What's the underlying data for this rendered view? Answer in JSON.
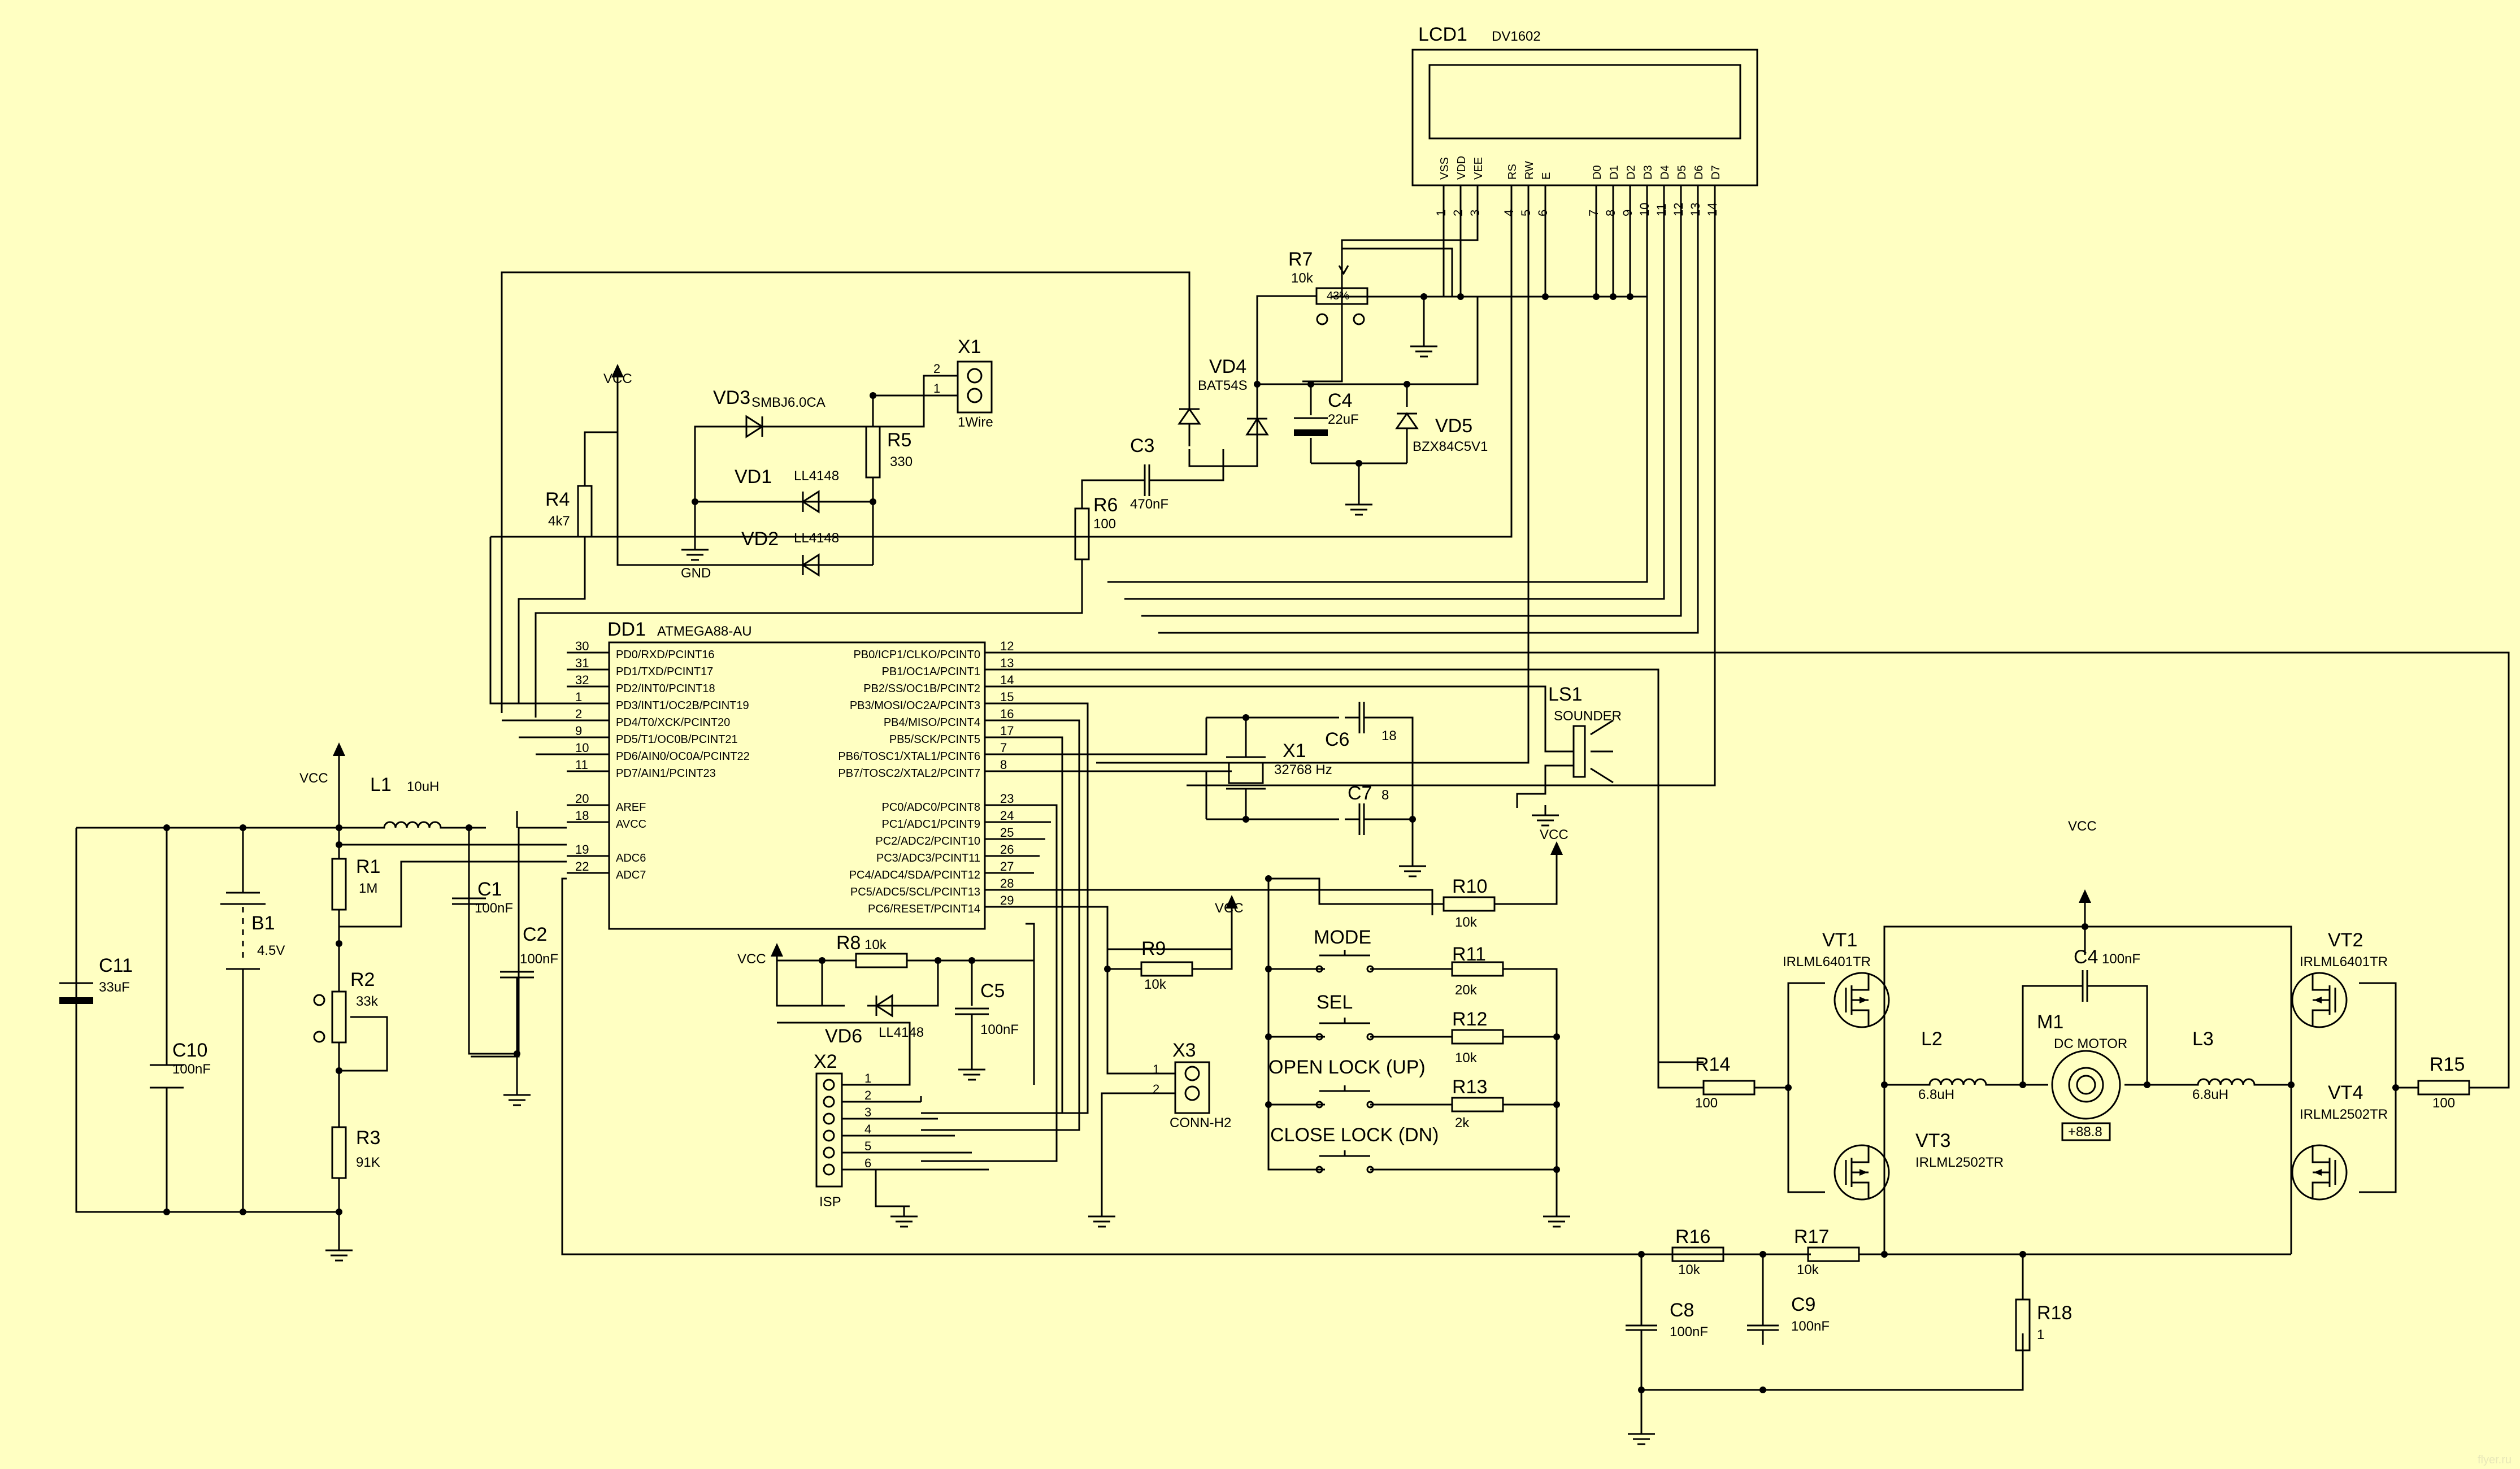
{
  "lcd": {
    "ref": "LCD1",
    "value": "DV1602",
    "pins": [
      "VSS",
      "VDD",
      "VEE",
      "RS",
      "RW",
      "E",
      "D0",
      "D1",
      "D2",
      "D3",
      "D4",
      "D5",
      "D6",
      "D7"
    ],
    "nums": [
      "1",
      "2",
      "3",
      "4",
      "5",
      "6",
      "7",
      "8",
      "9",
      "10",
      "11",
      "12",
      "13",
      "14"
    ]
  },
  "mcu": {
    "ref": "DD1",
    "value": "ATMEGA88-AU",
    "left": [
      {
        "n": "30",
        "l": "PD0/RXD/PCINT16"
      },
      {
        "n": "31",
        "l": "PD1/TXD/PCINT17"
      },
      {
        "n": "32",
        "l": "PD2/INT0/PCINT18"
      },
      {
        "n": "1",
        "l": "PD3/INT1/OC2B/PCINT19"
      },
      {
        "n": "2",
        "l": "PD4/T0/XCK/PCINT20"
      },
      {
        "n": "9",
        "l": "PD5/T1/OC0B/PCINT21"
      },
      {
        "n": "10",
        "l": "PD6/AIN0/OC0A/PCINT22"
      },
      {
        "n": "11",
        "l": "PD7/AIN1/PCINT23"
      },
      {
        "n": "20",
        "l": "AREF"
      },
      {
        "n": "18",
        "l": "AVCC"
      },
      {
        "n": "19",
        "l": "ADC6"
      },
      {
        "n": "22",
        "l": "ADC7"
      }
    ],
    "right": [
      {
        "n": "12",
        "l": "PB0/ICP1/CLKO/PCINT0"
      },
      {
        "n": "13",
        "l": "PB1/OC1A/PCINT1"
      },
      {
        "n": "14",
        "l": "PB2/SS/OC1B/PCINT2"
      },
      {
        "n": "15",
        "l": "PB3/MOSI/OC2A/PCINT3"
      },
      {
        "n": "16",
        "l": "PB4/MISO/PCINT4"
      },
      {
        "n": "17",
        "l": "PB5/SCK/PCINT5"
      },
      {
        "n": "7",
        "l": "PB6/TOSC1/XTAL1/PCINT6"
      },
      {
        "n": "8",
        "l": "PB7/TOSC2/XTAL2/PCINT7"
      },
      {
        "n": "23",
        "l": "PC0/ADC0/PCINT8"
      },
      {
        "n": "24",
        "l": "PC1/ADC1/PCINT9"
      },
      {
        "n": "25",
        "l": "PC2/ADC2/PCINT10"
      },
      {
        "n": "26",
        "l": "PC3/ADC3/PCINT11"
      },
      {
        "n": "27",
        "l": "PC4/ADC4/SDA/PCINT12"
      },
      {
        "n": "28",
        "l": "PC5/ADC5/SCL/PCINT13"
      },
      {
        "n": "29",
        "l": "PC6/RESET/PCINT14"
      }
    ]
  },
  "parts": {
    "R7": {
      "ref": "R7",
      "value": "10k",
      "pct": "43%"
    },
    "VD4": {
      "ref": "VD4",
      "value": "BAT54S"
    },
    "C4a": {
      "ref": "C4",
      "value": "22uF"
    },
    "VD5": {
      "ref": "VD5",
      "value": "BZX84C5V1"
    },
    "X1w": {
      "ref": "X1",
      "value": "1Wire"
    },
    "VD3": {
      "ref": "VD3",
      "value": "SMBJ6.0CA"
    },
    "R5": {
      "ref": "R5",
      "value": "330"
    },
    "VD1": {
      "ref": "VD1",
      "value": "LL4148"
    },
    "VD2": {
      "ref": "VD2",
      "value": "LL4148"
    },
    "R4": {
      "ref": "R4",
      "value": "4k7"
    },
    "C3": {
      "ref": "C3",
      "value": "470nF"
    },
    "R6": {
      "ref": "R6",
      "value": "100"
    },
    "L1": {
      "ref": "L1",
      "value": "10uH"
    },
    "R1": {
      "ref": "R1",
      "value": "1M"
    },
    "B1": {
      "ref": "B1",
      "value": "4.5V"
    },
    "R2": {
      "ref": "R2",
      "value": "33k"
    },
    "R3": {
      "ref": "R3",
      "value": "91K"
    },
    "C11": {
      "ref": "C11",
      "value": "33uF"
    },
    "C10": {
      "ref": "C10",
      "value": "100nF"
    },
    "C1": {
      "ref": "C1",
      "value": "100nF"
    },
    "C2": {
      "ref": "C2",
      "value": "100nF"
    },
    "LS1": {
      "ref": "LS1",
      "value": "SOUNDER"
    },
    "C6": {
      "ref": "C6",
      "value": "18"
    },
    "C7": {
      "ref": "C7",
      "value": "8"
    },
    "X1q": {
      "ref": "X1",
      "value": "32768 Hz"
    },
    "R8": {
      "ref": "R8",
      "value": "10k"
    },
    "VD6": {
      "ref": "VD6",
      "value": "LL4148"
    },
    "C5": {
      "ref": "C5",
      "value": "100nF"
    },
    "X2": {
      "ref": "X2",
      "value": "ISP"
    },
    "R9": {
      "ref": "R9",
      "value": "10k"
    },
    "X3": {
      "ref": "X3",
      "value": "CONN-H2"
    },
    "R10": {
      "ref": "R10",
      "value": "10k"
    },
    "R11": {
      "ref": "R11",
      "value": "20k"
    },
    "R12": {
      "ref": "R12",
      "value": "10k"
    },
    "R13": {
      "ref": "R13",
      "value": "2k"
    },
    "VT1": {
      "ref": "VT1",
      "value": "IRLML6401TR"
    },
    "VT2": {
      "ref": "VT2",
      "value": "IRLML6401TR"
    },
    "VT3": {
      "ref": "VT3",
      "value": "IRLML2502TR"
    },
    "VT4": {
      "ref": "VT4",
      "value": "IRLML2502TR"
    },
    "C4b": {
      "ref": "C4",
      "value": "100nF"
    },
    "M1": {
      "ref": "M1",
      "value": "DC MOTOR",
      "readout": "+88.8"
    },
    "L2": {
      "ref": "L2",
      "value": "6.8uH"
    },
    "L3": {
      "ref": "L3",
      "value": "6.8uH"
    },
    "R14": {
      "ref": "R14",
      "value": "100"
    },
    "R15": {
      "ref": "R15",
      "value": "100"
    },
    "R16": {
      "ref": "R16",
      "value": "10k"
    },
    "R17": {
      "ref": "R17",
      "value": "10k"
    },
    "R18": {
      "ref": "R18",
      "value": "1"
    },
    "C8": {
      "ref": "C8",
      "value": "100nF"
    },
    "C9": {
      "ref": "C9",
      "value": "100nF"
    }
  },
  "buttons": {
    "mode": "MODE",
    "sel": "SEL",
    "open": "OPEN LOCK (UP)",
    "close": "CLOSE LOCK (DN)"
  },
  "nets": {
    "vcc": "VCC",
    "gnd": "GND"
  },
  "x2pins": [
    "1",
    "2",
    "3",
    "4",
    "5",
    "6"
  ],
  "x3pins": [
    "1",
    "2"
  ],
  "x1wpins": [
    "2",
    "1"
  ],
  "watermark": "flyer.ru"
}
